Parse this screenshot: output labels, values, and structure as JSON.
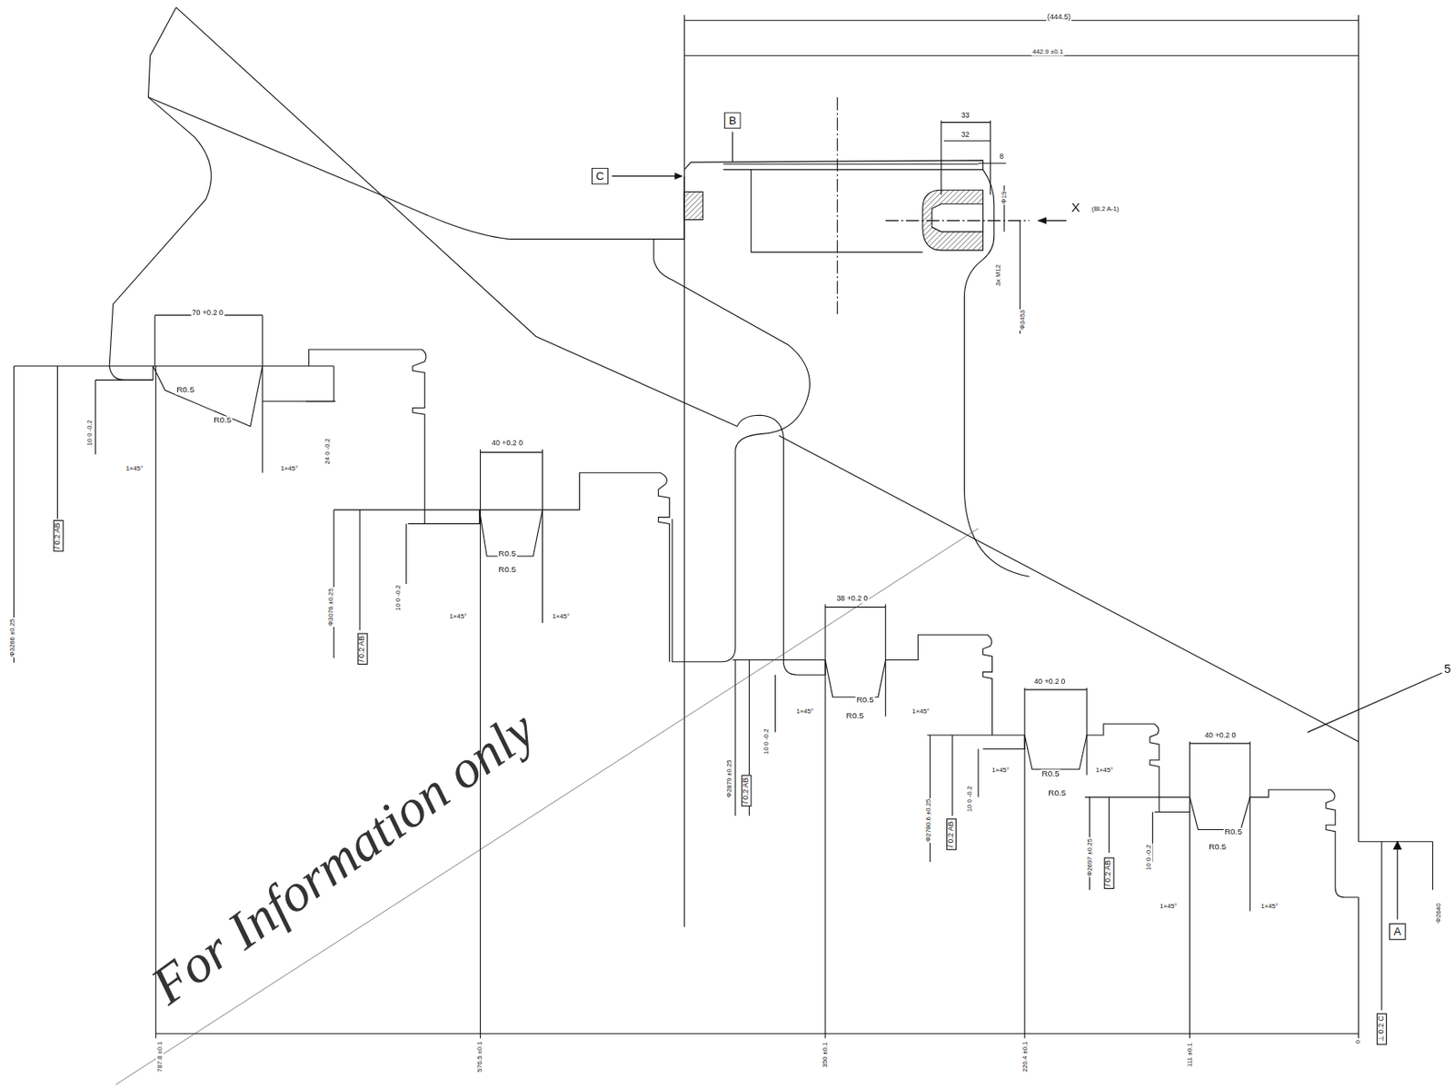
{
  "diagram": {
    "nodes": [
      {
        "text": [
          "B"
        ]
      },
      {
        "text": [
          "C"
        ]
      },
      {
        "text": [
          "A"
        ]
      }
    ],
    "labels": [
      "(444.5)",
      "442.9 ±0.1",
      "33",
      "32",
      "8",
      "Φ19",
      "X",
      "(Bl.2 A-1)",
      "3x M12",
      "Φ3453",
      "70 +0.2 0",
      "R0.5",
      "R0.5",
      "10 0 -0.2",
      "1×45°",
      "1×45°",
      "24 0 -0.2",
      "/ 0.2 AB",
      "Φ3266 ±0.25",
      "40 +0.2 0",
      "R0.5",
      "R0.5",
      "10 0 -0.2",
      "1×45°",
      "1×45°",
      "/ 0.2 AB",
      "Φ3076 ±0.25",
      "38 +0.2 0",
      "R0.5",
      "R0.5",
      "1×45°",
      "1×45°",
      "10 0 -0.2",
      "Φ2879 ±0.25",
      "/ 0.2 AB",
      "40 +0.2 0",
      "R0.5",
      "R0.5",
      "1×45°",
      "1×45°",
      "10 0 -0.2",
      "Φ2780.6 ±0.25",
      "/ 0.2 AB",
      "40 +0.2 0",
      "R0.5",
      "R0.5",
      "10 0 -0.2",
      "Φ2697 ±0.25",
      "/ 0.2 AB",
      "1×45°",
      "1×45°",
      "Φ2640",
      "⊥ 0.2 C",
      "5",
      "787.8 ±0.1",
      "576.5 ±0.1",
      "350 ±0.1",
      "220.4 ±0.1",
      "111 ±0.1",
      "0",
      "For Information only"
    ]
  }
}
